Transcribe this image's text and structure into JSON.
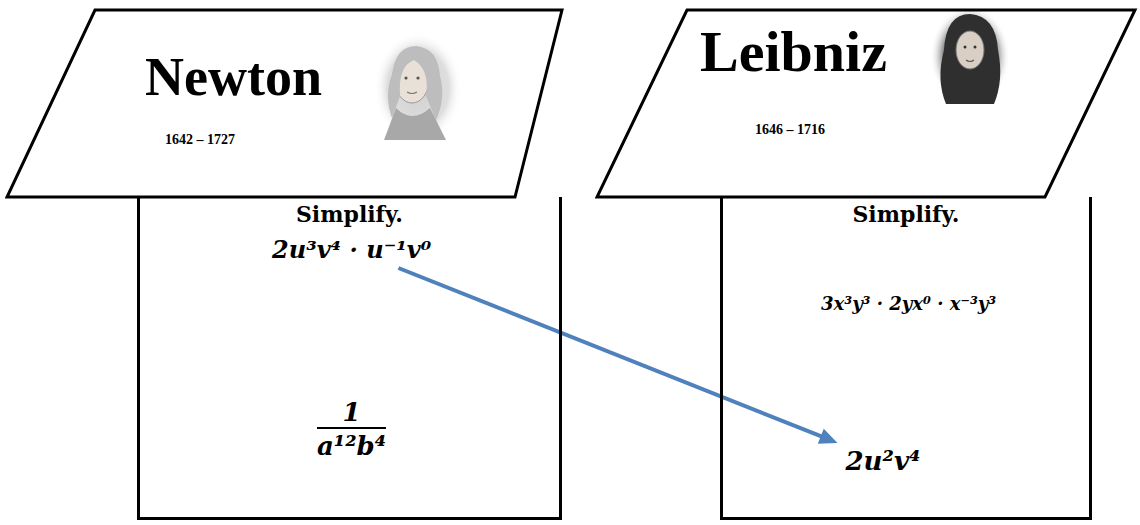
{
  "diagram": {
    "nodes": [
      {
        "text": [
          "Newton",
          "1642 – 1727"
        ]
      },
      {
        "text": [
          "Simplify."
        ]
      },
      {
        "text": [
          "2u³v⁴ · u⁻¹v⁰"
        ],
        "in": 1
      },
      {
        "text": [
          "1",
          "a¹²b⁴"
        ],
        "in": 1
      },
      {
        "text": [
          "Leibniz",
          "1646 – 1716"
        ]
      },
      {
        "text": [
          "Simplify."
        ]
      },
      {
        "text": [
          "3x³y³ · 2yx⁰ · x⁻³y³"
        ],
        "in": 5
      },
      {
        "text": [
          "2u²v⁴"
        ],
        "in": 5
      }
    ],
    "edges": [
      {
        "from": 2,
        "to": 7,
        "arrow": "to"
      }
    ]
  }
}
